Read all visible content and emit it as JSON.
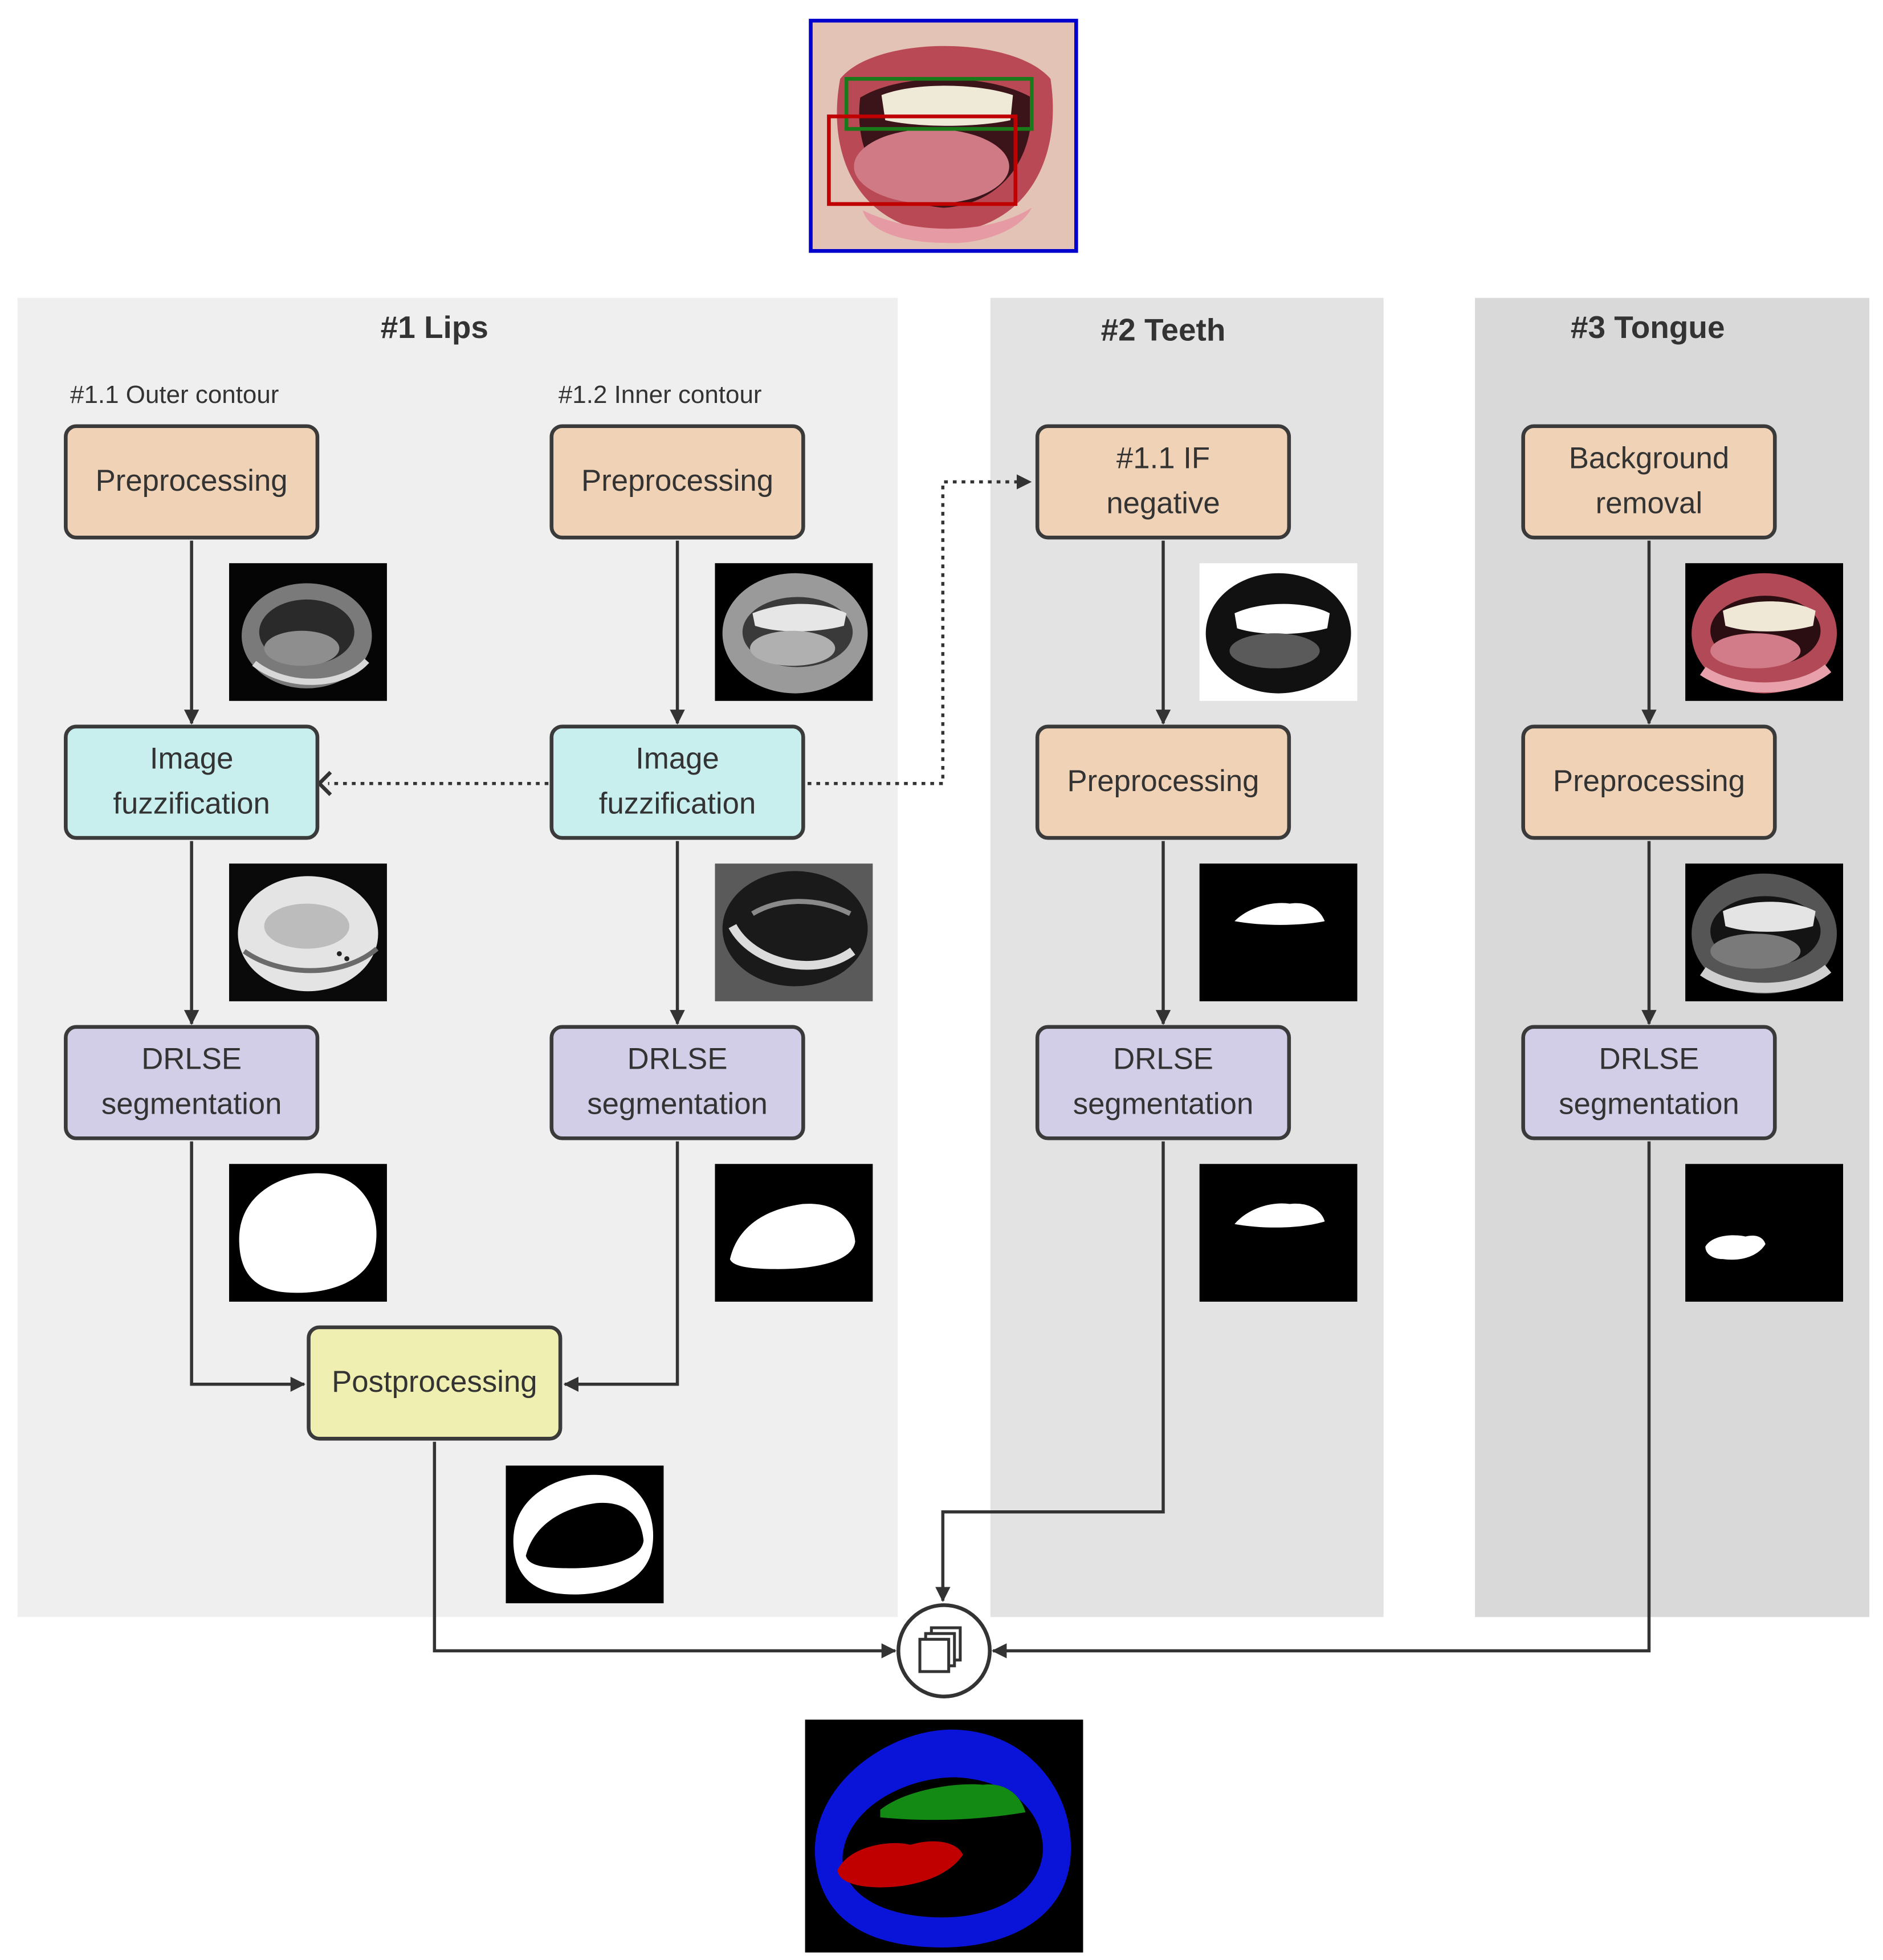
{
  "sections": {
    "lips": {
      "title": "#1 Lips",
      "outer": {
        "label": "#1.1 Outer contour",
        "preprocessing": "Preprocessing",
        "fuzz_line1": "Image",
        "fuzz_line2": "fuzzification",
        "seg_line1": "DRLSE",
        "seg_line2": "segmentation"
      },
      "inner": {
        "label": "#1.2 Inner contour",
        "preprocessing": "Preprocessing",
        "fuzz_line1": "Image",
        "fuzz_line2": "fuzzification",
        "seg_line1": "DRLSE",
        "seg_line2": "segmentation"
      },
      "postprocessing": "Postprocessing"
    },
    "teeth": {
      "title": "#2 Teeth",
      "if_line1": "#1.1 IF",
      "if_line2": "negative",
      "preprocessing": "Preprocessing",
      "seg_line1": "DRLSE",
      "seg_line2": "segmentation"
    },
    "tongue": {
      "title": "#3 Tongue",
      "bg_line1": "Background",
      "bg_line2": "removal",
      "preprocessing": "Preprocessing",
      "seg_line1": "DRLSE",
      "seg_line2": "segmentation"
    }
  },
  "merge_node_icon": "layers-stack-icon",
  "colors": {
    "panel_lips": "#efefef",
    "panel_teeth": "#e3e3e3",
    "panel_tongue": "#d9d9d9",
    "preprocessing": "#f0d3b6",
    "fuzzification": "#c8eeee",
    "segmentation": "#d2cee7",
    "postprocessing": "#f0efb2",
    "input_frame": "#0000cc",
    "teeth_roi": "#1a7a1a",
    "tongue_roi": "#c00000",
    "result_lips": "#0a14d8",
    "result_teeth": "#138a13",
    "result_tongue": "#c00000"
  }
}
